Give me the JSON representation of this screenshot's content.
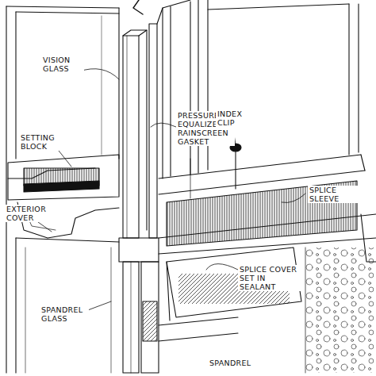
{
  "diagram": {
    "labels": [
      "VISION GLASS",
      "SETTING BLOCK",
      "EXTERIOR COVER",
      "PRESSURE EQUALIZED RAINSCREEN GASKET",
      "INDEX CLIP",
      "SPLICE SLEEVE",
      "SPLICE COVER SET IN SEALANT",
      "SPANDREL GLASS",
      "SPANDREL"
    ]
  }
}
